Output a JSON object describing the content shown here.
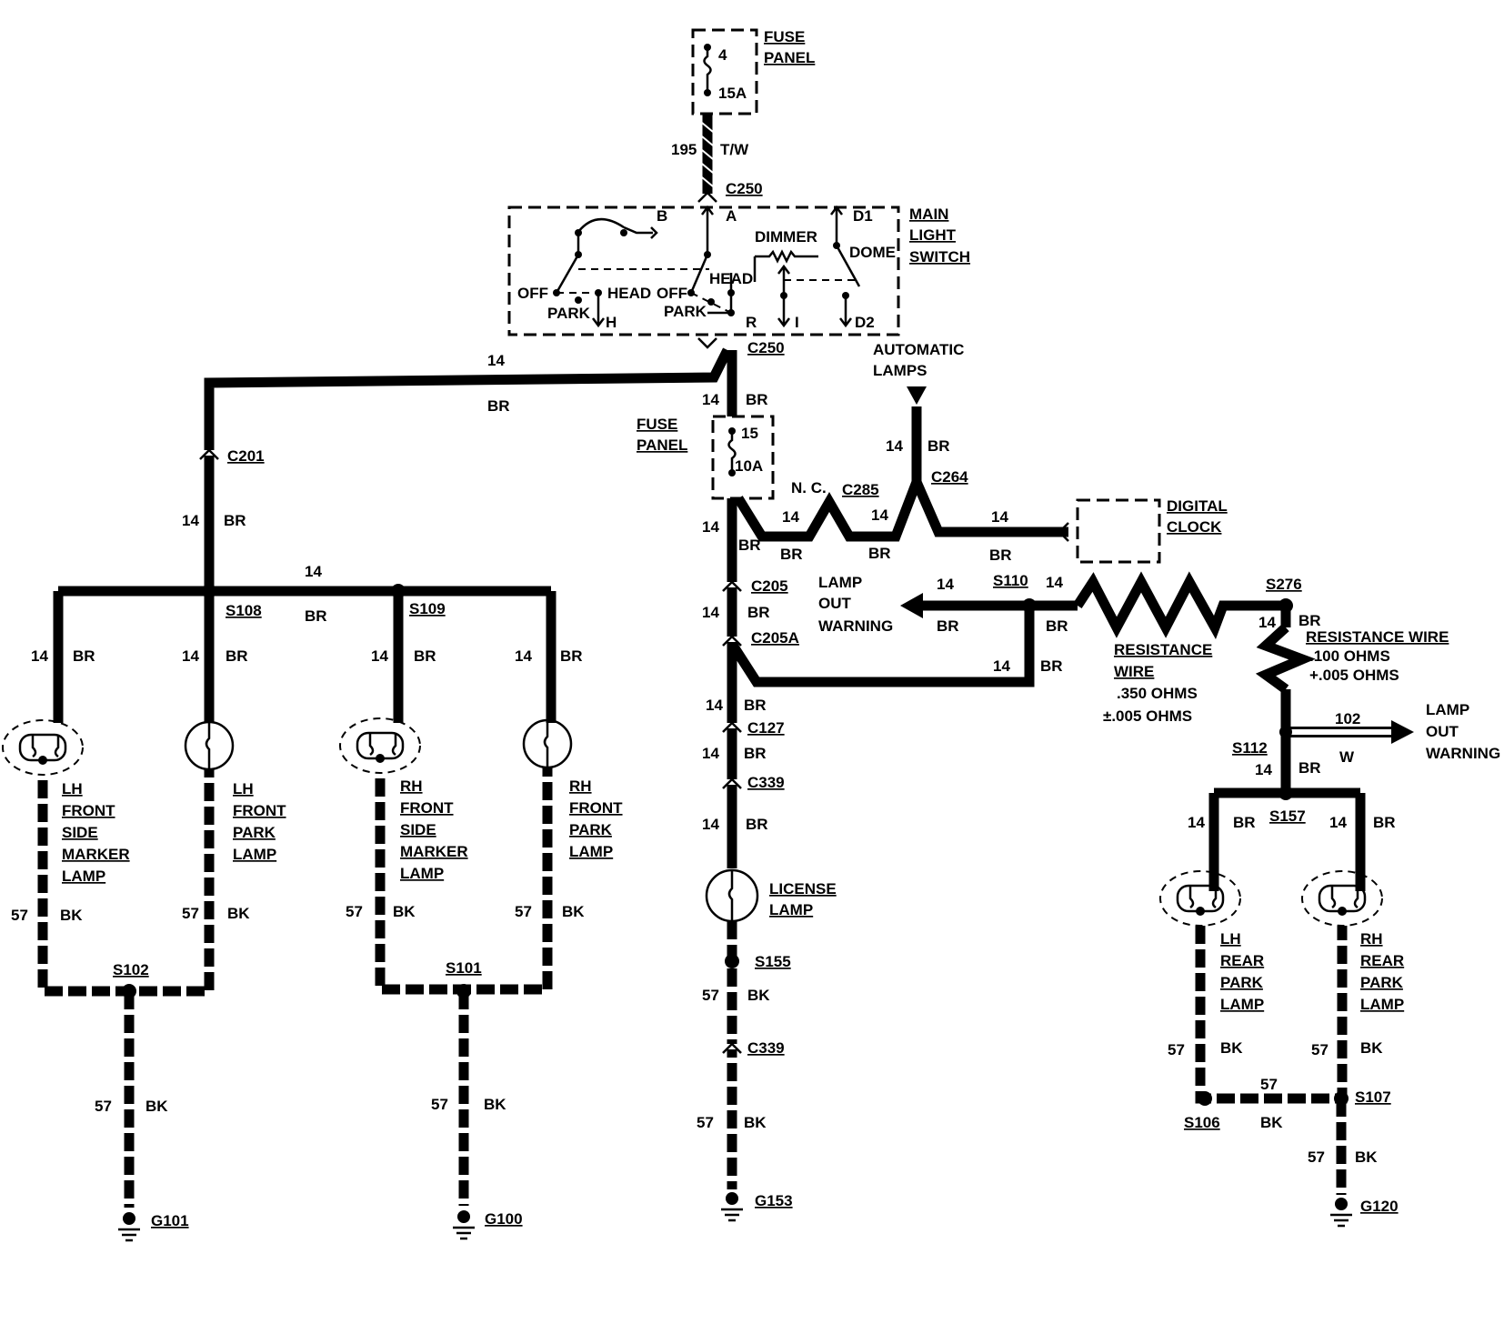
{
  "fuse_panel_top": {
    "title_1": "FUSE",
    "title_2": "PANEL",
    "fuse_num": "4",
    "rating": "15A"
  },
  "feed_wire": {
    "circuit": "195",
    "color": "T/W"
  },
  "connectors": {
    "c250_top": "C250",
    "c250_bottom": "C250",
    "c201": "C201",
    "c205": "C205",
    "c205a": "C205A",
    "c127": "C127",
    "c339_upper": "C339",
    "c339_lower": "C339",
    "c285": "C285",
    "c264": "C264"
  },
  "switch": {
    "title_1": "MAIN",
    "title_2": "LIGHT",
    "title_3": "SWITCH",
    "off_1": "OFF",
    "park_1": "PARK",
    "head_1": "HEAD",
    "off_2": "OFF",
    "park_2": "PARK",
    "head_2": "HEAD",
    "dimmer": "DIMMER",
    "dome": "DOME",
    "term_b": "B",
    "term_a": "A",
    "term_d1": "D1",
    "term_h": "H",
    "term_r": "R",
    "term_i": "I",
    "term_d2": "D2"
  },
  "fuse_panel_mid": {
    "title_1": "FUSE",
    "title_2": "PANEL",
    "fuse_num": "15",
    "rating": "10A"
  },
  "automatic_lamps": {
    "line_1": "AUTOMATIC",
    "line_2": "LAMPS"
  },
  "nc_label": "N. C.",
  "digital_clock": {
    "line_1": "DIGITAL",
    "line_2": "CLOCK"
  },
  "splices": {
    "s108": "S108",
    "s109": "S109",
    "s102": "S102",
    "s101": "S101",
    "s110": "S110",
    "s276": "S276",
    "s112": "S112",
    "s157": "S157",
    "s155": "S155",
    "s106": "S106",
    "s107": "S107"
  },
  "lamp_out_warning_left": {
    "line_1": "LAMP",
    "line_2": "OUT",
    "line_3": "WARNING"
  },
  "lamp_out_warning_right": {
    "line_1": "LAMP",
    "line_2": "OUT",
    "line_3": "WARNING"
  },
  "resistance_wire_1": {
    "line_1": "RESISTANCE",
    "line_2": "WIRE",
    "value": ".350 OHMS",
    "tolerance": "±.005 OHMS"
  },
  "resistance_wire_2": {
    "title": "RESISTANCE WIRE",
    "value": ".100 OHMS",
    "tolerance": "+.005 OHMS"
  },
  "warning_wire": {
    "circuit": "102",
    "color": "W"
  },
  "lamps": {
    "lh_front_side_marker": [
      "LH",
      "FRONT",
      "SIDE",
      "MARKER",
      "LAMP"
    ],
    "lh_front_park": [
      "LH",
      "FRONT",
      "PARK",
      "LAMP"
    ],
    "rh_front_side_marker": [
      "RH",
      "FRONT",
      "SIDE",
      "MARKER",
      "LAMP"
    ],
    "rh_front_park": [
      "RH",
      "FRONT",
      "PARK",
      "LAMP"
    ],
    "license": [
      "LICENSE",
      "LAMP"
    ],
    "lh_rear_park": [
      "LH",
      "REAR",
      "PARK",
      "LAMP"
    ],
    "rh_rear_park": [
      "RH",
      "REAR",
      "PARK",
      "LAMP"
    ]
  },
  "grounds": {
    "g101": "G101",
    "g100": "G100",
    "g153": "G153",
    "g120": "G120"
  },
  "wire_specs": {
    "gauge_14": "14",
    "gauge_57": "57",
    "br": "BR",
    "bk": "BK"
  }
}
